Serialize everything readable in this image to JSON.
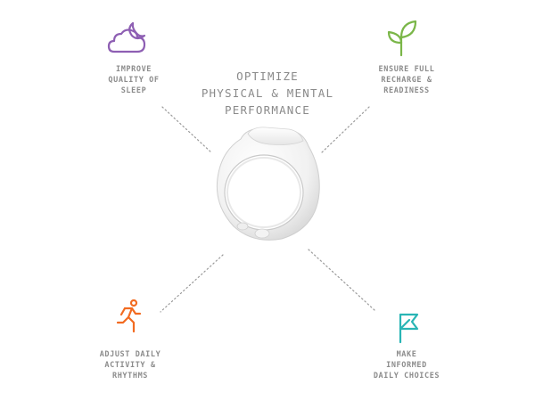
{
  "center": {
    "headline_lines": [
      "OPTIMIZE",
      "PHYSICAL & MENTAL",
      "PERFORMANCE"
    ]
  },
  "benefits": {
    "sleep": {
      "icon": "moon-cloud-icon",
      "color": "#8e5fb3",
      "lines": [
        "IMPROVE",
        "QUALITY OF",
        "SLEEP"
      ]
    },
    "recharge": {
      "icon": "sprout-icon",
      "color": "#7ab648",
      "lines": [
        "ENSURE FULL",
        "RECHARGE &",
        "READINESS"
      ]
    },
    "activity": {
      "icon": "runner-icon",
      "color": "#f26b21",
      "lines": [
        "ADJUST DAILY",
        "ACTIVITY &",
        "RHYTHMS"
      ]
    },
    "choices": {
      "icon": "flag-icon",
      "color": "#29b5b5",
      "lines": [
        "MAKE",
        "INFORMED",
        "DAILY CHOICES"
      ]
    }
  },
  "colors": {
    "text": "#8a8a8a",
    "connector": "#9a9a9a"
  }
}
